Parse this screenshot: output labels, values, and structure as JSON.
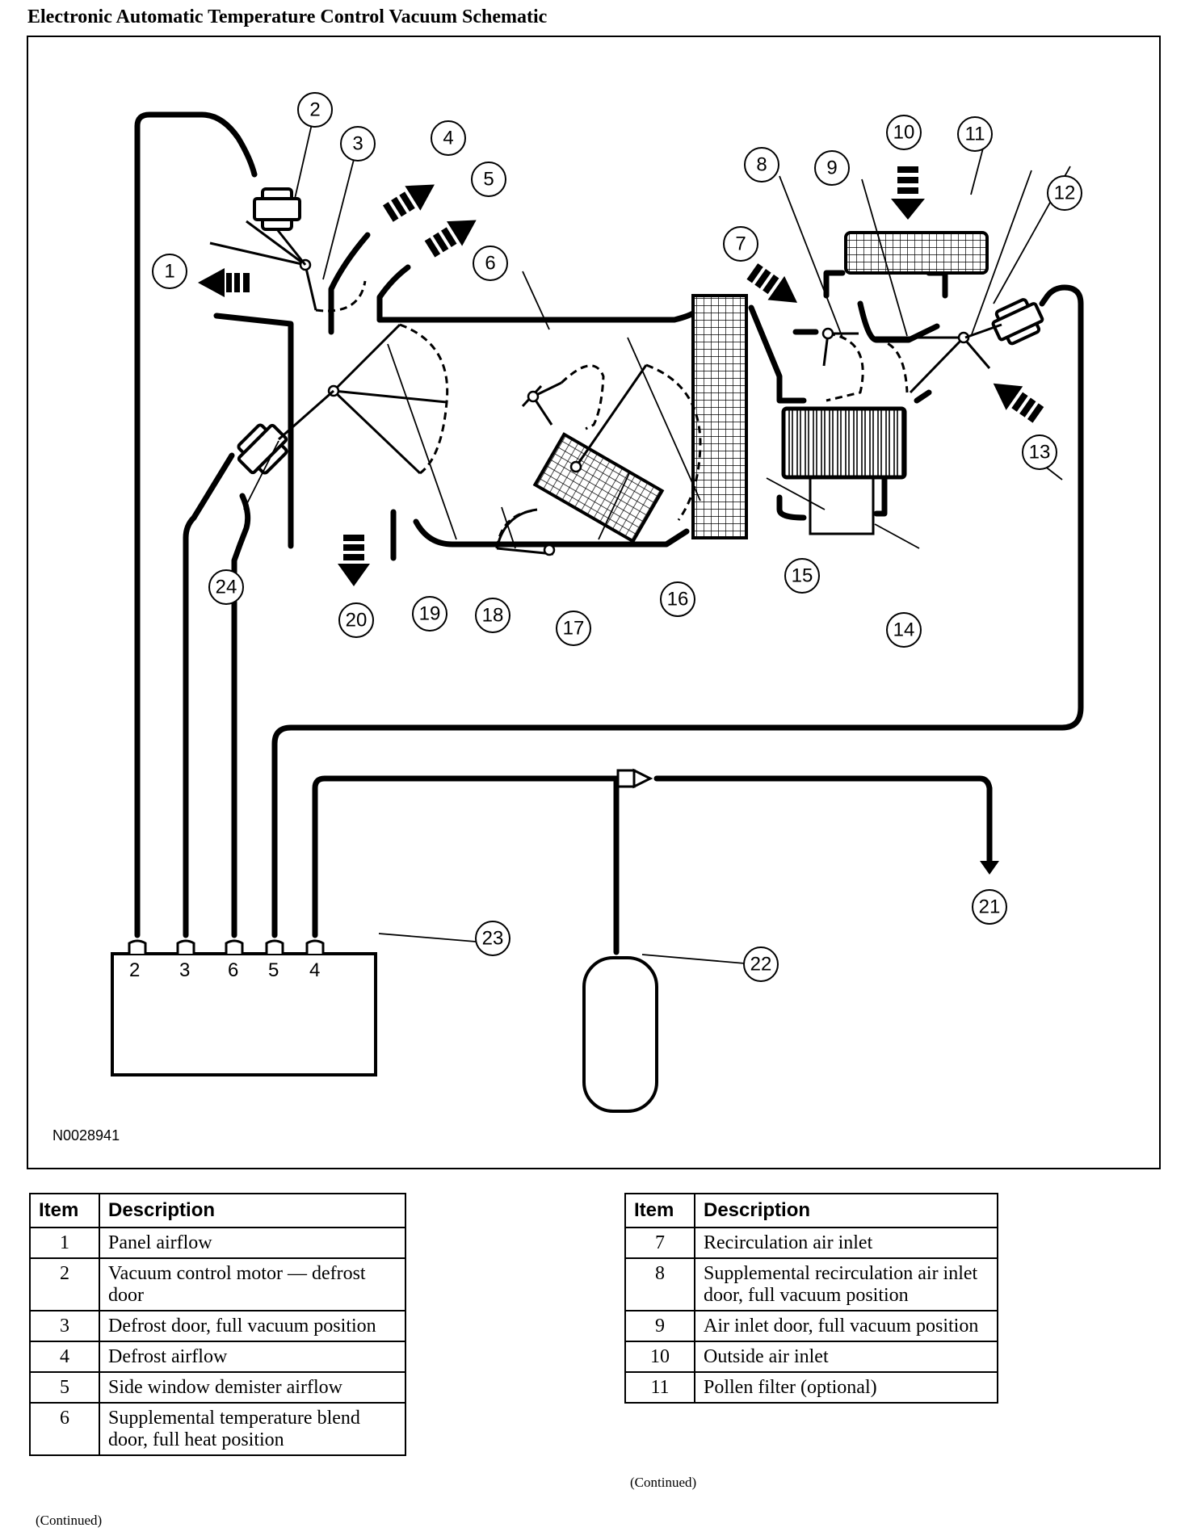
{
  "title": "Electronic Automatic Temperature Control Vacuum Schematic",
  "figure_id": "N0028941",
  "callouts": [
    "1",
    "2",
    "3",
    "4",
    "5",
    "6",
    "7",
    "8",
    "9",
    "10",
    "11",
    "12",
    "13",
    "14",
    "15",
    "16",
    "17",
    "18",
    "19",
    "20",
    "21",
    "22",
    "23",
    "24"
  ],
  "manifold_ports": [
    "2",
    "3",
    "6",
    "5",
    "4"
  ],
  "legend_left": {
    "headers": {
      "item": "Item",
      "description": "Description"
    },
    "rows": [
      {
        "item": "1",
        "description": "Panel airflow"
      },
      {
        "item": "2",
        "description": "Vacuum control motor — defrost door"
      },
      {
        "item": "3",
        "description": "Defrost door, full vacuum position"
      },
      {
        "item": "4",
        "description": "Defrost airflow"
      },
      {
        "item": "5",
        "description": "Side window demister airflow"
      },
      {
        "item": "6",
        "description": "Supplemental temperature blend door, full heat position"
      }
    ],
    "continued": "(Continued)"
  },
  "legend_right": {
    "headers": {
      "item": "Item",
      "description": "Description"
    },
    "rows": [
      {
        "item": "7",
        "description": "Recirculation air inlet"
      },
      {
        "item": "8",
        "description": "Supplemental recirculation air inlet door, full vacuum position"
      },
      {
        "item": "9",
        "description": "Air inlet door, full vacuum position"
      },
      {
        "item": "10",
        "description": "Outside air inlet"
      },
      {
        "item": "11",
        "description": "Pollen filter (optional)"
      }
    ],
    "continued": "(Continued)"
  }
}
